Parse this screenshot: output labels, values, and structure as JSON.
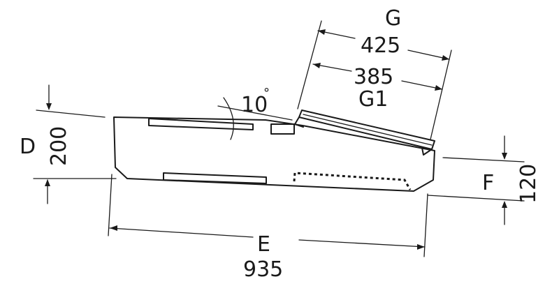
{
  "dimensions": {
    "angle": {
      "value": "10",
      "unit": "°"
    },
    "depth": {
      "label": "D",
      "value": "200"
    },
    "width": {
      "label": "E",
      "value": "935"
    },
    "rear_height": {
      "label": "F",
      "value": "120"
    },
    "glass_outer": {
      "label": "G",
      "value": "425"
    },
    "glass_inner": {
      "label": "G1",
      "value": "385"
    }
  },
  "colors": {
    "ink": "#1a1a1a",
    "background": "#ffffff"
  }
}
